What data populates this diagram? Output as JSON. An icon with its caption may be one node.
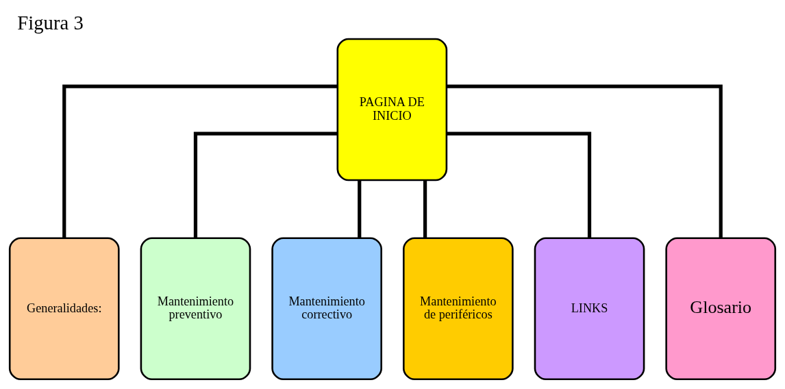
{
  "diagram": {
    "title": "Figura 3",
    "nodes": [
      {
        "text": [
          "PAGINA DE INICIO"
        ]
      },
      {
        "text": [
          "Generalidades:"
        ]
      },
      {
        "text": [
          "Mantenimiento preventivo"
        ]
      },
      {
        "text": [
          "Mantenimiento correctivo"
        ]
      },
      {
        "text": [
          "Mantenimiento de periféricos"
        ]
      },
      {
        "text": [
          "LINKS"
        ]
      },
      {
        "text": [
          "Glosario"
        ]
      }
    ],
    "edges": [
      {
        "from": 0,
        "to": 1,
        "arrow": "none"
      },
      {
        "from": 0,
        "to": 2,
        "arrow": "none"
      },
      {
        "from": 0,
        "to": 3,
        "arrow": "none"
      },
      {
        "from": 0,
        "to": 4,
        "arrow": "none"
      },
      {
        "from": 0,
        "to": 5,
        "arrow": "none"
      },
      {
        "from": 0,
        "to": 6,
        "arrow": "none"
      }
    ]
  }
}
